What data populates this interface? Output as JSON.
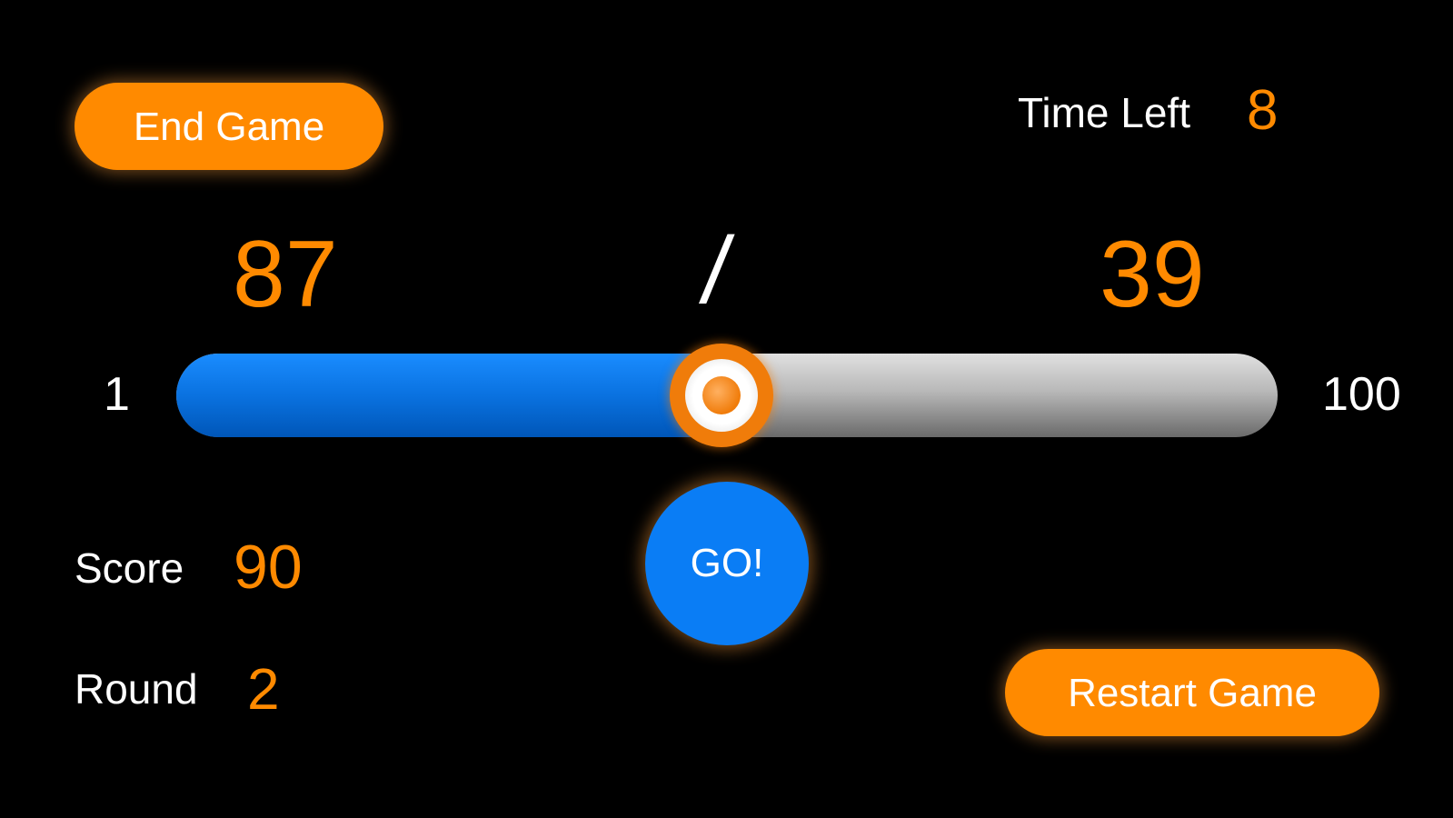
{
  "colors": {
    "accent": "#ff8a00",
    "primary_blue": "#0a7df5",
    "label_white": "#ffffff",
    "background": "#000000"
  },
  "controls": {
    "end_game_label": "End Game",
    "restart_game_label": "Restart Game",
    "go_label": "GO!"
  },
  "timer": {
    "label": "Time Left",
    "value": "8"
  },
  "target": {
    "left_number": "87",
    "separator": "/",
    "right_number": "39"
  },
  "slider": {
    "min_label": "1",
    "max_label": "100",
    "min": 1,
    "max": 100,
    "value": 50
  },
  "stats": {
    "score_label": "Score",
    "score_value": "90",
    "round_label": "Round",
    "round_value": "2"
  }
}
